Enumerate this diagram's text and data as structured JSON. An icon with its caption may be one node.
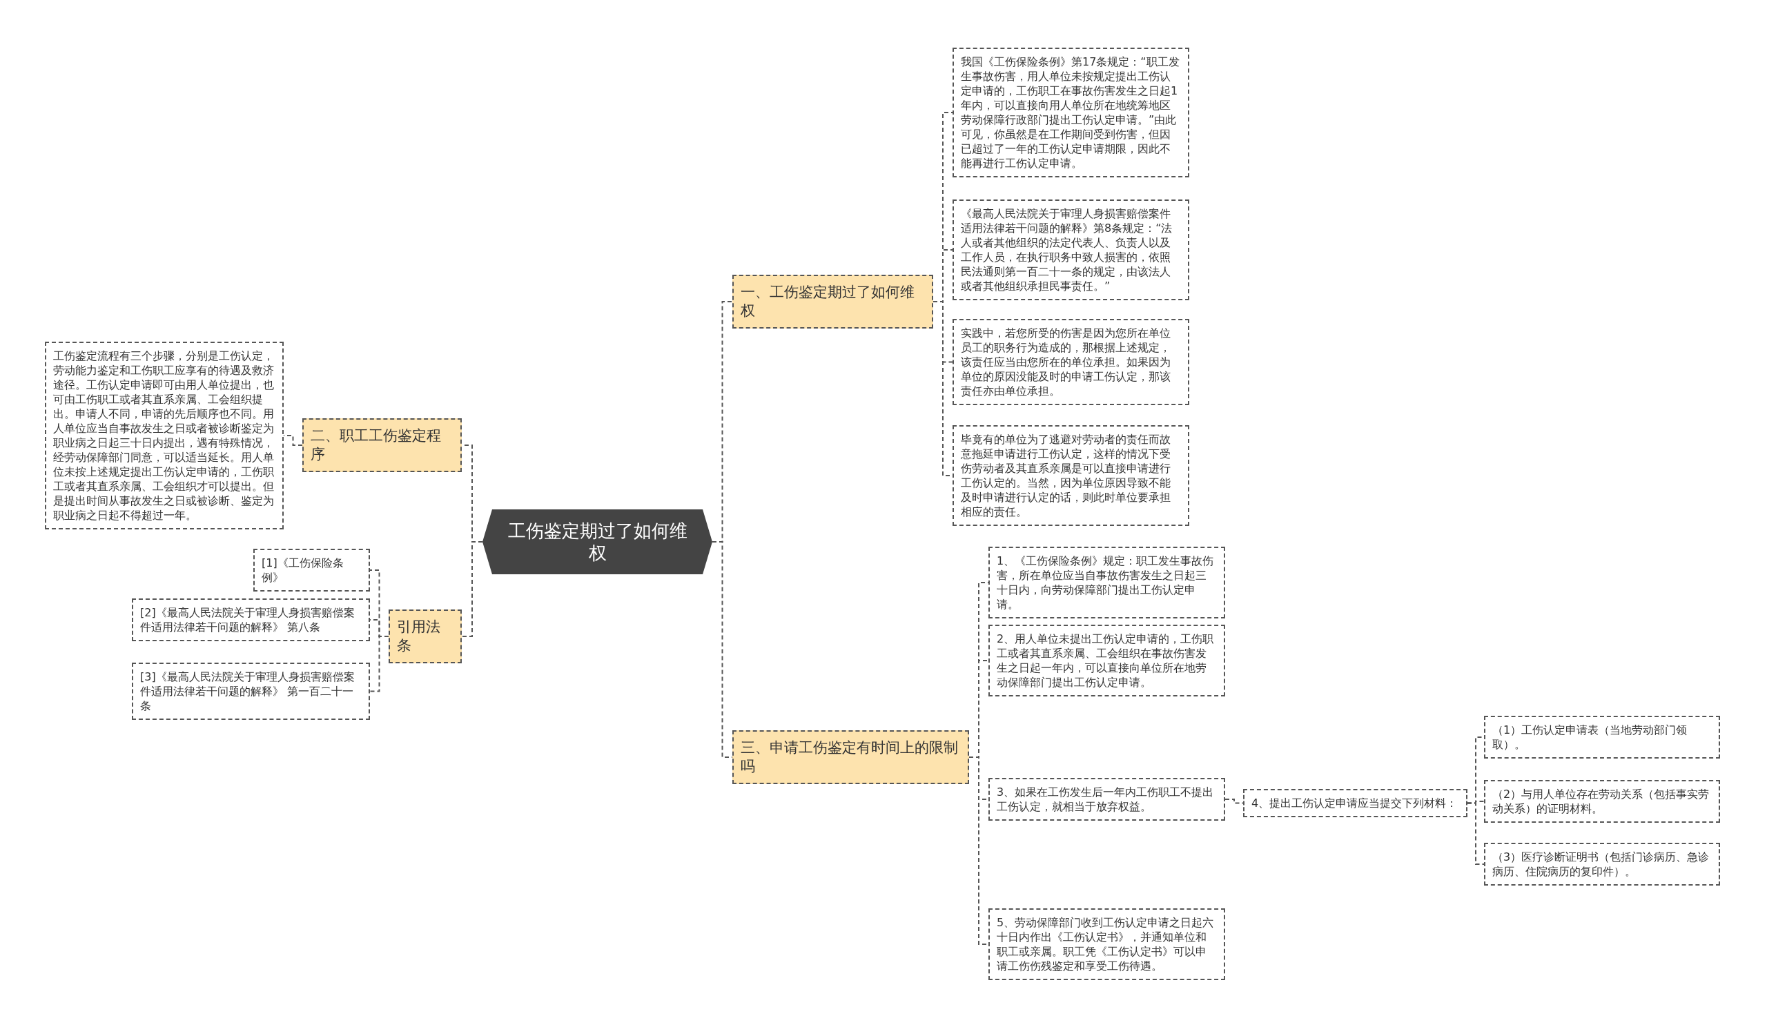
{
  "diagram": {
    "nodes": [
      {
        "text": [
          "工伤鉴定期过了如何维权"
        ]
      },
      {
        "text": [
          "一、工伤鉴定期过了如何维权"
        ]
      },
      {
        "text": [
          "我国《工伤保险条例》第17条规定：“职工发生事故伤害，用人单位未按规定提出工伤认定申请的，工伤职工在事故伤害发生之日起1年内，可以直接向用人单位所在地统筹地区劳动保障行政部门提出工伤认定申请。”由此可见，你虽然是在工作期间受到伤害，但因已超过了一年的工伤认定申请期限，因此不能再进行工伤认定申请。"
        ]
      },
      {
        "text": [
          "《最高人民法院关于审理人身损害赔偿案件适用法律若干问题的解释》第8条规定：“法人或者其他组织的法定代表人、负责人以及工作人员，在执行职务中致人损害的，依照民法通则第一百二十一条的规定，由该法人或者其他组织承担民事责任。”"
        ]
      },
      {
        "text": [
          "实践中，若您所受的伤害是因为您所在单位员工的职务行为造成的，那根据上述规定，该责任应当由您所在的单位承担。如果因为单位的原因没能及时的申请工伤认定，那该责任亦由单位承担。"
        ]
      },
      {
        "text": [
          "毕竟有的单位为了逃避对劳动者的责任而故意拖延申请进行工伤认定，这样的情况下受伤劳动者及其直系亲属是可以直接申请进行工伤认定的。当然，因为单位原因导致不能及时申请进行认定的话，则此时单位要承担相应的责任。"
        ]
      },
      {
        "text": [
          "二、职工工伤鉴定程序"
        ]
      },
      {
        "text": [
          "工伤鉴定流程有三个步骤，分别是工伤认定，劳动能力鉴定和工伤职工应享有的待遇及救济途径。工伤认定申请即可由用人单位提出，也可由工伤职工或者其直系亲属、工会组织提出。申请人不同，申请的先后顺序也不同。用人单位应当自事故发生之日或者被诊断鉴定为职业病之日起三十日内提出，遇有特殊情况，经劳动保障部门同意，可以适当延长。用人单位未按上述规定提出工伤认定申请的，工伤职工或者其直系亲属、工会组织才可以提出。但是提出时间从事故发生之日或被诊断、鉴定为职业病之日起不得超过一年。"
        ]
      },
      {
        "text": [
          "引用法条"
        ]
      },
      {
        "text": [
          "[1]《工伤保险条例》"
        ]
      },
      {
        "text": [
          "[2]《最高人民法院关于审理人身损害赔偿案件适用法律若干问题的解释》 第八条"
        ]
      },
      {
        "text": [
          "[3]《最高人民法院关于审理人身损害赔偿案件适用法律若干问题的解释》 第一百二十一条"
        ]
      },
      {
        "text": [
          "三、申请工伤鉴定有时间上的限制吗"
        ]
      },
      {
        "text": [
          "1、《工伤保险条例》规定：职工发生事故伤害，所在单位应当自事故伤害发生之日起三十日内，向劳动保障部门提出工伤认定申请。"
        ]
      },
      {
        "text": [
          "2、用人单位未提出工伤认定申请的，工伤职工或者其直系亲属、工会组织在事故伤害发生之日起一年内，可以直接向单位所在地劳动保障部门提出工伤认定申请。"
        ]
      },
      {
        "text": [
          "3、如果在工伤发生后一年内工伤职工不提出工伤认定，就相当于放弃权益。"
        ]
      },
      {
        "text": [
          "4、提出工伤认定申请应当提交下列材料："
        ]
      },
      {
        "text": [
          "（1）工伤认定申请表（当地劳动部门领取）。"
        ]
      },
      {
        "text": [
          "（2）与用人单位存在劳动关系（包括事实劳动关系）的证明材料。"
        ]
      },
      {
        "text": [
          "（3）医疗诊断证明书（包括门诊病历、急诊病历、住院病历的复印件）。"
        ]
      },
      {
        "text": [
          "5、劳动保障部门收到工伤认定申请之日起六十日内作出《工伤认定书》，并通知单位和职工或亲属。职工凭《工伤认定书》可以申请工伤伤残鉴定和享受工伤待遇。"
        ]
      }
    ],
    "edges": [
      {
        "from": 0,
        "to": 1,
        "arrow": "none"
      },
      {
        "from": 1,
        "to": 2,
        "arrow": "none"
      },
      {
        "from": 1,
        "to": 3,
        "arrow": "none"
      },
      {
        "from": 1,
        "to": 4,
        "arrow": "none"
      },
      {
        "from": 1,
        "to": 5,
        "arrow": "none"
      },
      {
        "from": 0,
        "to": 6,
        "arrow": "none"
      },
      {
        "from": 6,
        "to": 7,
        "arrow": "none"
      },
      {
        "from": 0,
        "to": 8,
        "arrow": "none"
      },
      {
        "from": 8,
        "to": 9,
        "arrow": "none"
      },
      {
        "from": 8,
        "to": 10,
        "arrow": "none"
      },
      {
        "from": 8,
        "to": 11,
        "arrow": "none"
      },
      {
        "from": 0,
        "to": 12,
        "arrow": "none"
      },
      {
        "from": 12,
        "to": 13,
        "arrow": "none"
      },
      {
        "from": 12,
        "to": 14,
        "arrow": "none"
      },
      {
        "from": 12,
        "to": 15,
        "arrow": "none"
      },
      {
        "from": 15,
        "to": 16,
        "arrow": "none"
      },
      {
        "from": 16,
        "to": 17,
        "arrow": "none"
      },
      {
        "from": 16,
        "to": 18,
        "arrow": "none"
      },
      {
        "from": 16,
        "to": 19,
        "arrow": "none"
      },
      {
        "from": 12,
        "to": 20,
        "arrow": "none"
      }
    ]
  }
}
